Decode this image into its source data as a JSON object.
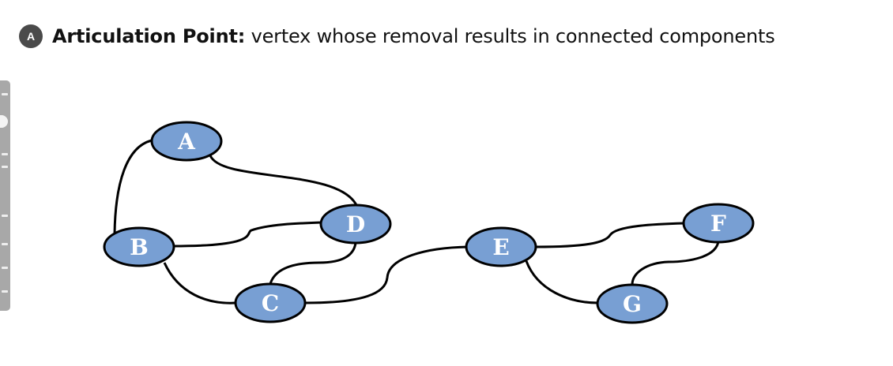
{
  "heading": {
    "badge": "A",
    "term": "Articulation Point:",
    "definition": "vertex whose removal results in connected components"
  },
  "graph": {
    "node_color": "#789fd3",
    "edge_color": "#000000",
    "nodes": [
      {
        "id": "A",
        "label": "A"
      },
      {
        "id": "B",
        "label": "B"
      },
      {
        "id": "C",
        "label": "C"
      },
      {
        "id": "D",
        "label": "D"
      },
      {
        "id": "E",
        "label": "E"
      },
      {
        "id": "F",
        "label": "F"
      },
      {
        "id": "G",
        "label": "G"
      }
    ],
    "edges": [
      [
        "A",
        "B"
      ],
      [
        "A",
        "D"
      ],
      [
        "B",
        "D"
      ],
      [
        "B",
        "C"
      ],
      [
        "C",
        "D"
      ],
      [
        "C",
        "E"
      ],
      [
        "E",
        "F"
      ],
      [
        "E",
        "G"
      ],
      [
        "F",
        "G"
      ]
    ]
  }
}
